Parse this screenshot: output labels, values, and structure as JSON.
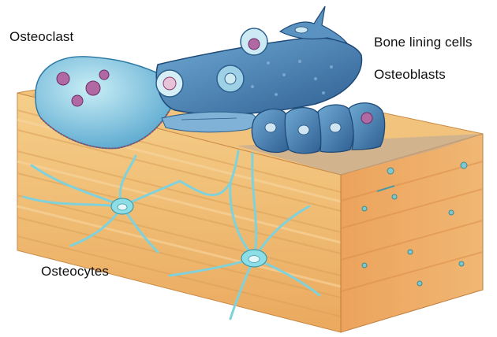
{
  "labels": {
    "osteoclast": "Osteoclast",
    "bone_lining_cells": "Bone lining cells",
    "osteoblasts": "Osteoblasts",
    "osteocytes": "Osteocytes"
  },
  "colors": {
    "bone_top": "#f3c27a",
    "bone_front": "#eeb169",
    "bone_side": "#e39a52",
    "bone_stripe": "#d9974f",
    "cell_fill": "#8fd3e6",
    "cell_dark": "#3f78a8",
    "cell_edge": "#2b5f8c",
    "nucleus": "#a35a8a",
    "osteocyte_process": "#7fd2dc"
  }
}
